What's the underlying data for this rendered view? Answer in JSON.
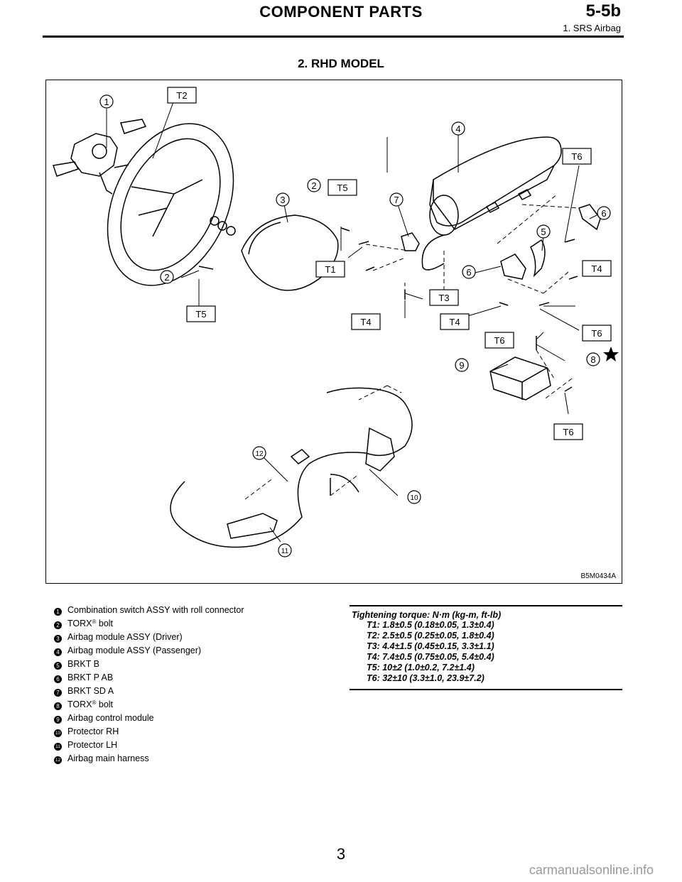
{
  "header": {
    "title": "COMPONENT PARTS",
    "section": "5-5b",
    "subsection": "1. SRS Airbag"
  },
  "section_title": "2. RHD MODEL",
  "figure": {
    "code": "B5M0434A",
    "callouts": {
      "1": "1",
      "2": "2",
      "3": "3",
      "4": "4",
      "5": "5",
      "6": "6",
      "7": "7",
      "8": "8",
      "9": "9",
      "10": "10",
      "11": "11",
      "12": "12"
    },
    "torque_tags": {
      "T1": "T1",
      "T2": "T2",
      "T3": "T3",
      "T4": "T4",
      "T5": "T5",
      "T6": "T6"
    }
  },
  "legend": [
    {
      "num": "1",
      "label": "Combination switch ASSY with roll connector"
    },
    {
      "num": "2",
      "label": "TORX",
      "sup": "®",
      "suffix": " bolt"
    },
    {
      "num": "3",
      "label": "Airbag module ASSY (Driver)"
    },
    {
      "num": "4",
      "label": "Airbag module ASSY (Passenger)"
    },
    {
      "num": "5",
      "label": "BRKT B"
    },
    {
      "num": "6",
      "label": "BRKT P AB"
    },
    {
      "num": "7",
      "label": "BRKT SD A"
    },
    {
      "num": "8",
      "label": "TORX",
      "sup": "®",
      "suffix": " bolt"
    },
    {
      "num": "9",
      "label": "Airbag control module"
    },
    {
      "num": "10",
      "label": "Protector RH"
    },
    {
      "num": "11",
      "label": "Protector LH"
    },
    {
      "num": "12",
      "label": "Airbag main harness"
    }
  ],
  "torque": {
    "heading": "Tightening torque: N·m (kg-m, ft-lb)",
    "rows": [
      "T1: 1.8±0.5 (0.18±0.05, 1.3±0.4)",
      "T2: 2.5±0.5 (0.25±0.05, 1.8±0.4)",
      "T3: 4.4±1.5 (0.45±0.15, 3.3±1.1)",
      "T4: 7.4±0.5 (0.75±0.05, 5.4±0.4)",
      "T5: 10±2 (1.0±0.2, 7.2±1.4)",
      "T6: 32±10 (3.3±1.0, 23.9±7.2)"
    ]
  },
  "page_number": "3",
  "watermark": "carmanualsonline.info"
}
